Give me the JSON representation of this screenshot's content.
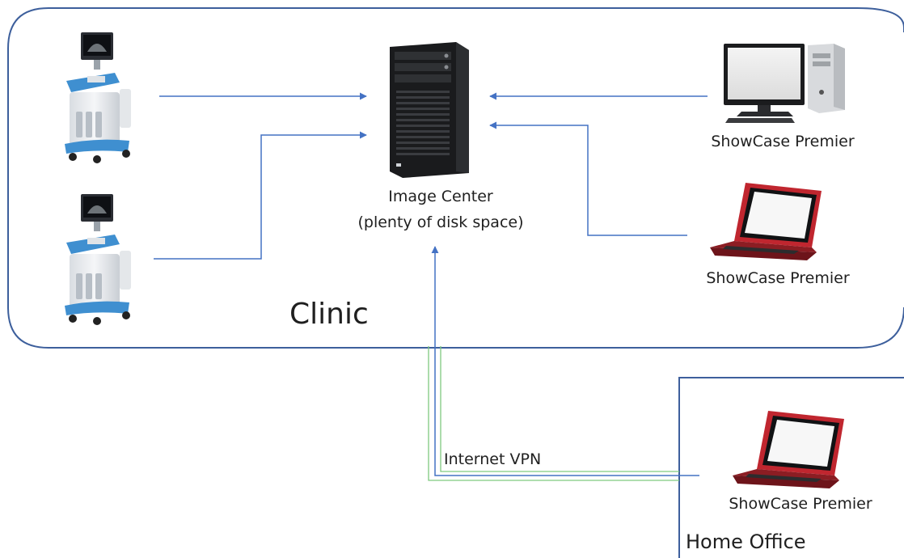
{
  "server": {
    "title": "Image Center",
    "subtitle": "(plenty of disk space)"
  },
  "workstations": {
    "desktop_label": "ShowCase Premier",
    "clinic_laptop_label": "ShowCase Premier",
    "home_laptop_label": "ShowCase Premier"
  },
  "zones": {
    "clinic": "Clinic",
    "home_office": "Home Office"
  },
  "links": {
    "vpn_label": "Internet VPN"
  },
  "colors": {
    "boundary": "#3d5f9c",
    "arrow": "#4472c4",
    "vpn": "#7fc97f",
    "ultrasound_blue": "#3f8fd0",
    "laptop_red": "#c0262f"
  },
  "icons": {
    "ultrasound": "ultrasound-machine-icon",
    "server": "server-tower-icon",
    "desktop": "desktop-computer-icon",
    "laptop": "laptop-icon"
  }
}
